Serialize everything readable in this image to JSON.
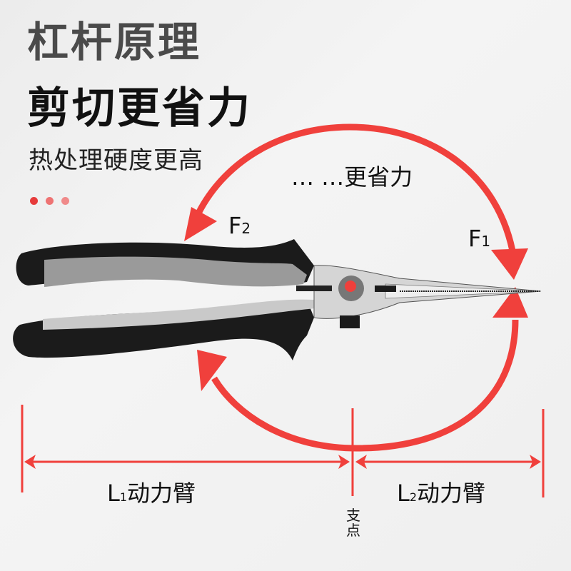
{
  "header": {
    "title": "杠杆原理",
    "headline": "剪切更省力",
    "subtitle": "热处理硬度更高"
  },
  "decoration": {
    "dots": [
      "#e63b3b",
      "#ee7373",
      "#f08a8a"
    ]
  },
  "diagram": {
    "saving_text": "… …更省力",
    "force_top": {
      "letter": "F",
      "index": "2"
    },
    "force_tip": {
      "letter": "F",
      "index": "1"
    },
    "arm_left": {
      "letter": "L",
      "index": "1",
      "text": "动力臂"
    },
    "arm_right": {
      "letter": "L",
      "index": "2",
      "text": "动力臂"
    },
    "fulcrum": "支点"
  },
  "colors": {
    "accent_red": "#f0403c",
    "title_gray": "#4a4a4a",
    "text_black": "#111111"
  }
}
